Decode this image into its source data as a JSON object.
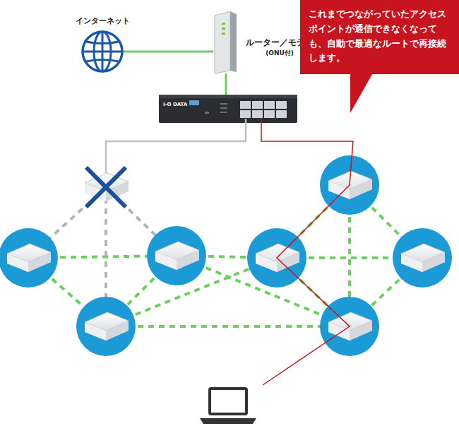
{
  "diagram": {
    "nodes": [
      {
        "text": [
          "インターネット"
        ]
      },
      {
        "text": [
          "ルーター／モデム",
          "(ONU付)"
        ]
      },
      {
        "text": [
          "これまでつながっていたアクセスポイントが通信できなくなっても、自動で最適なルートで再接続します。"
        ]
      }
    ],
    "edges": [
      {
        "from": 0,
        "to": 1,
        "arrow": "none"
      }
    ],
    "labels": [
      "I-O DATA"
    ]
  }
}
